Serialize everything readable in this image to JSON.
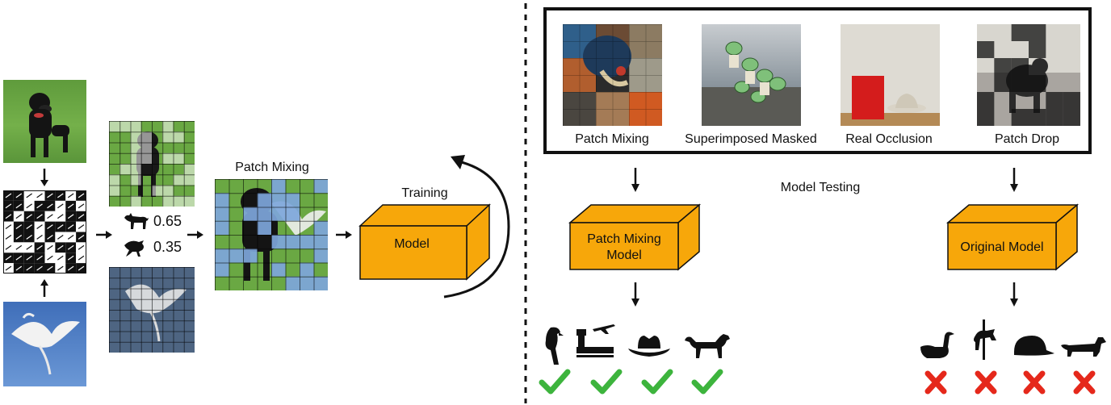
{
  "left": {
    "ratio_dog": "0.65",
    "ratio_bird": "0.35",
    "patch_mixing_title": "Patch Mixing",
    "training_label": "Training",
    "model_label": "Model"
  },
  "right": {
    "test_images": [
      {
        "label": "Patch Mixing"
      },
      {
        "label": "Superimposed Masked"
      },
      {
        "label": "Real Occlusion"
      },
      {
        "label": "Patch Drop"
      }
    ],
    "model_testing_label": "Model Testing",
    "patch_mixing_model_line1": "Patch Mixing",
    "patch_mixing_model_line2": "Model",
    "original_model_label": "Original Model",
    "results_patch_mixing": [
      {
        "object": "parrot-icon",
        "result": "correct"
      },
      {
        "object": "airport-icon",
        "result": "correct"
      },
      {
        "object": "cowboy-hat-icon",
        "result": "correct"
      },
      {
        "object": "dog-icon",
        "result": "correct"
      }
    ],
    "results_original": [
      {
        "object": "goose-icon",
        "result": "wrong"
      },
      {
        "object": "carousel-icon",
        "result": "wrong"
      },
      {
        "object": "cap-icon",
        "result": "wrong"
      },
      {
        "object": "dachshund-icon",
        "result": "wrong"
      }
    ]
  },
  "colors": {
    "model_box": "#F7A70A",
    "patch_blue": "#7EA6DB",
    "check_green": "#3DB43D",
    "cross_red": "#E5281B"
  }
}
